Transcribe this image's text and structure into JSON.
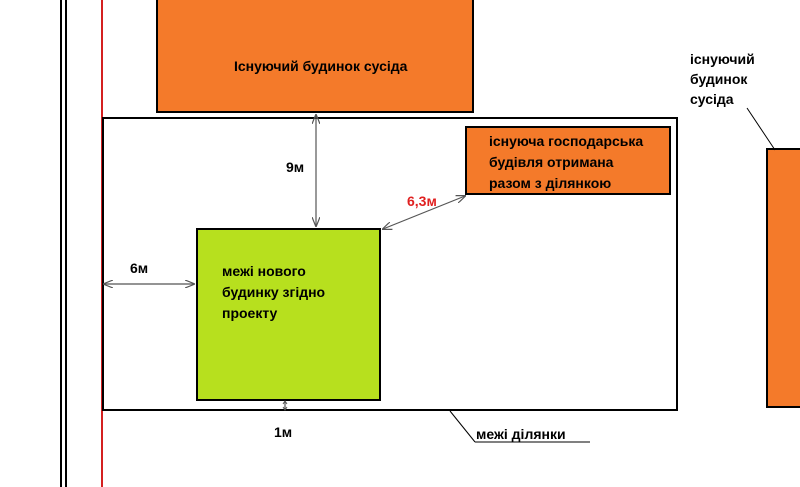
{
  "colors": {
    "neighbor_house": "#f47a2a",
    "outbuilding": "#f47a2a",
    "new_house": "#b7e01e",
    "red_line": "#d42020",
    "measure_red": "#e02020",
    "line": "#000000",
    "arrow": "#555555"
  },
  "labels": {
    "neighbor_house_top": "Існуючий будинок сусіда",
    "neighbor_house_right_1": "існуючий",
    "neighbor_house_right_2": "будинок",
    "neighbor_house_right_3": "сусіда",
    "outbuilding_1": "існуюча господарська",
    "outbuilding_2": "будівля отримана",
    "outbuilding_3": "разом з ділянкою",
    "new_house_1": "межі нового",
    "new_house_2": "будинку згідно",
    "new_house_3": "проекту",
    "plot_boundary": "межі ділянки"
  },
  "measurements": {
    "to_neighbor_house": "9м",
    "to_outbuilding": "6,3м",
    "to_left_boundary": "6м",
    "to_bottom_boundary": "1м"
  }
}
